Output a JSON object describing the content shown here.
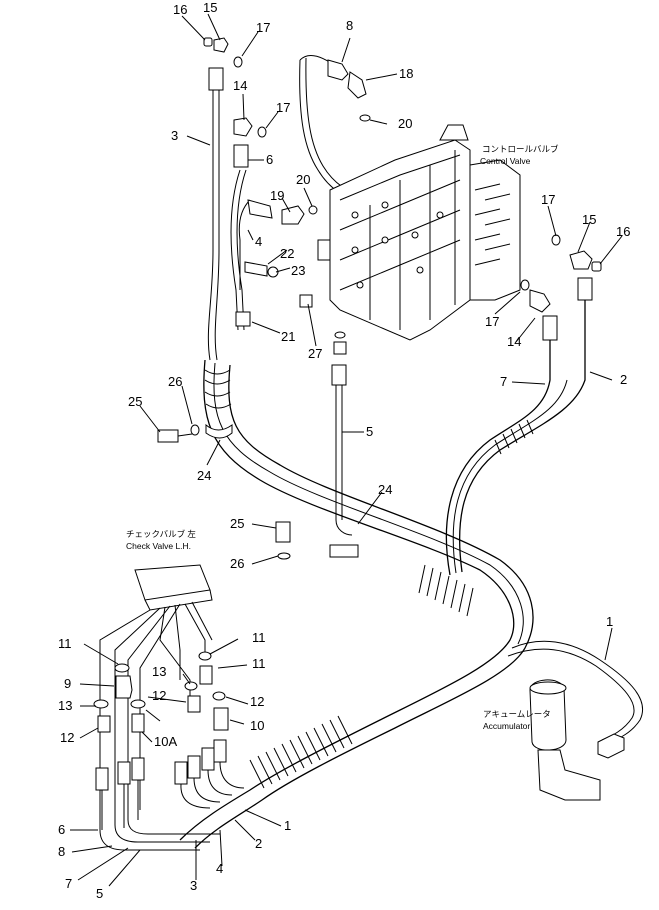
{
  "labels": {
    "control_valve_jp": "コントロールバルブ",
    "control_valve_en": "Control Valve",
    "check_valve_jp": "チェックバルブ 左",
    "check_valve_en": "Check Valve L.H.",
    "accumulator_jp": "アキュームレータ",
    "accumulator_en": "Accumulator"
  },
  "callouts": [
    "16",
    "15",
    "17",
    "8",
    "18",
    "14",
    "17",
    "3",
    "6",
    "20",
    "20",
    "19",
    "4",
    "22",
    "23",
    "21",
    "27",
    "25",
    "26",
    "24",
    "5",
    "7",
    "2",
    "24",
    "25",
    "26",
    "17",
    "15",
    "16",
    "17",
    "14",
    "11",
    "9",
    "13",
    "12",
    "13",
    "11",
    "12",
    "11",
    "12",
    "10",
    "10A",
    "1",
    "6",
    "8",
    "7",
    "5",
    "3",
    "4",
    "2",
    "1"
  ]
}
